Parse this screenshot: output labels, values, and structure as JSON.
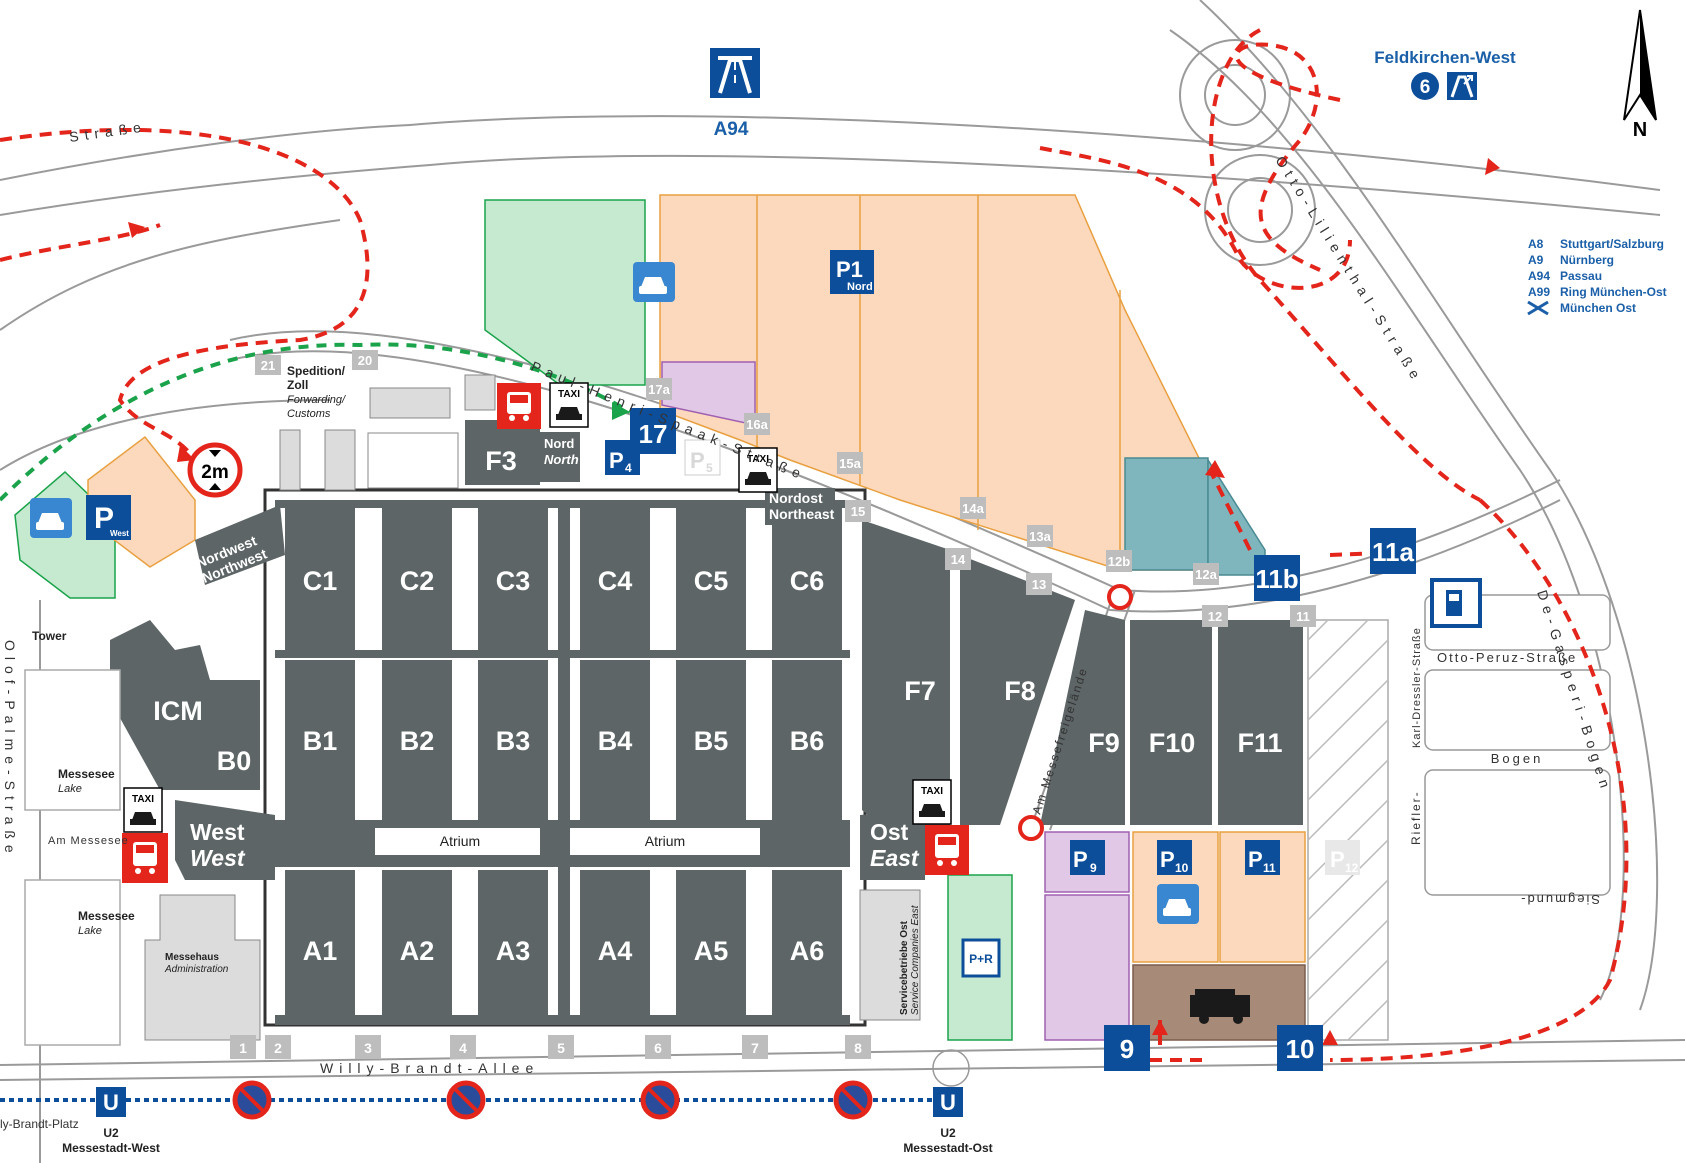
{
  "motorway": {
    "name": "A94",
    "exit_name": "Feldkirchen-West",
    "exit_number": "6",
    "compass": "N"
  },
  "legend": [
    {
      "code": "A8",
      "dest": "Stuttgart/Salzburg"
    },
    {
      "code": "A9",
      "dest": "Nürnberg"
    },
    {
      "code": "A94",
      "dest": "Passau"
    },
    {
      "code": "A99",
      "dest": "Ring München-Ost"
    },
    {
      "code": "",
      "dest": "München Ost"
    }
  ],
  "streets": {
    "paul_henri_spaak": "Paul-Henri-Spaak-Straße",
    "willy_brandt": "Willy-Brandt-Allee",
    "olof_palme": "Olof-Palme-Straße",
    "am_messesee": "Am Messesee",
    "am_messefreigelaende": "Am Messefreigelände",
    "otto_peruz": "Otto-Peruz-Straße",
    "bogen": "Bogen",
    "siegmund": "Siegmund-",
    "riefler": "Riefler-",
    "karl_dressler": "Karl-Dressler-Straße",
    "degasperi": "De-Gasperi-Bogen",
    "olympia_strasse": "Straße",
    "otto_lilienthal": "Otto-Lilienthal-Straße",
    "willy_brandt_platz": "ly-Brandt-Platz"
  },
  "halls": {
    "row_c": [
      "C1",
      "C2",
      "C3",
      "C4",
      "C5",
      "C6"
    ],
    "row_b": [
      "B1",
      "B2",
      "B3",
      "B4",
      "B5",
      "B6"
    ],
    "row_a": [
      "A1",
      "A2",
      "A3",
      "A4",
      "A5",
      "A6"
    ],
    "east": [
      "F7",
      "F8",
      "F9",
      "F10",
      "F11"
    ],
    "f3": "F3",
    "icm": "ICM",
    "b0": "B0",
    "atrium": "Atrium"
  },
  "entrances": {
    "west": {
      "de": "West",
      "en": "West"
    },
    "east": {
      "de": "Ost",
      "en": "East"
    },
    "north": {
      "de": "Nord",
      "en": "North"
    },
    "northeast": {
      "de": "Nordost",
      "en": "Northeast"
    },
    "northwest": {
      "de": "Nordwest",
      "en": "Northwest"
    }
  },
  "gates_bottom": [
    "1",
    "2",
    "3",
    "4",
    "5",
    "6",
    "7",
    "8"
  ],
  "gates_north": [
    "21",
    "20",
    "17a",
    "16a",
    "15a",
    "15",
    "14a",
    "14",
    "13a",
    "13",
    "12b",
    "12a",
    "12",
    "11"
  ],
  "big_gates": [
    "17",
    "11a",
    "11b",
    "9",
    "10"
  ],
  "parking": {
    "p1": "P1",
    "p1_sub": "Nord",
    "p4": "P",
    "p4_sub": "4",
    "p5": "P",
    "p5_sub": "5",
    "p9": "P",
    "p9_sub": "9",
    "p10": "P",
    "p10_sub": "10",
    "p11": "P",
    "p11_sub": "11",
    "p12": "P",
    "p12_sub": "12",
    "pwest": "P",
    "pwest_sub": "West",
    "pr": "P+R"
  },
  "labels": {
    "spedition": "Spedition/",
    "zoll": "Zoll",
    "forwarding": "Forwarding/",
    "customs": "Customs",
    "tower": "Tower",
    "messesee1": "Messesee",
    "lake1": "Lake",
    "messesee2": "Messesee",
    "lake2": "Lake",
    "messehaus": "Messehaus",
    "administration": "Administration",
    "servicebetriebe": "Servicebetriebe Ost",
    "service_en": "Service Companies East",
    "height_limit": "2m",
    "taxi": "TAXI",
    "u_symbol": "U",
    "u2_west_line": "U2",
    "u2_west": "Messestadt-West",
    "u2_east_line": "U2",
    "u2_east": "Messestadt-Ost"
  },
  "colors": {
    "hall": "#5d6566",
    "parking_orange": "#fcd9bd",
    "parking_green": "#c5ead0",
    "parking_purple": "#e0c8e6",
    "parking_teal": "#7fb6bd",
    "blue": "#0d4e9a",
    "red": "#e3251b",
    "route_green": "#1aa34a"
  }
}
